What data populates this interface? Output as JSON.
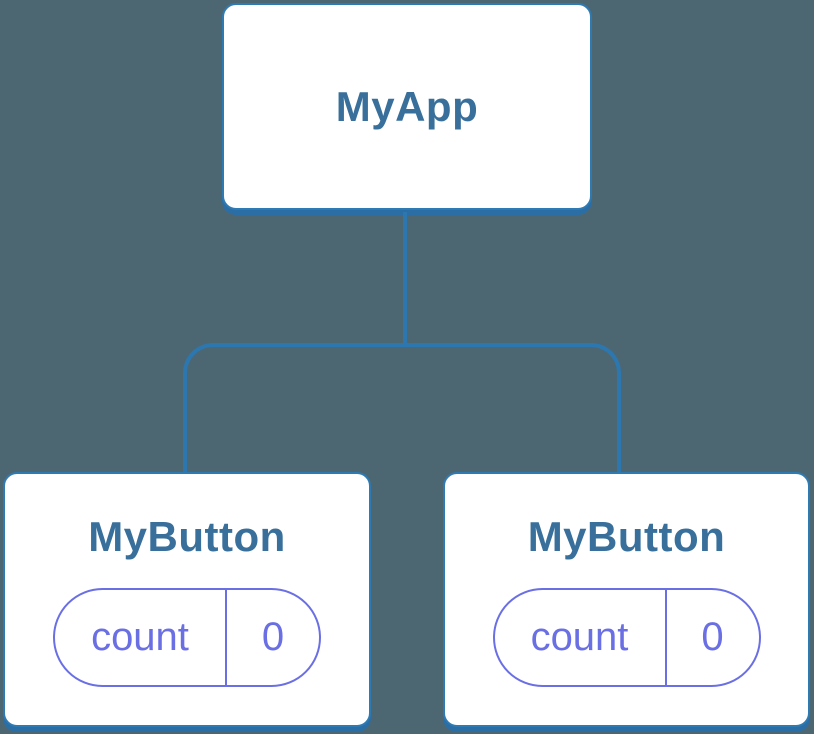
{
  "diagram": {
    "background_color": "#4d6772",
    "node_border_color": "#2e7ab2",
    "node_shadow_color": "#2b6ea6",
    "connector_color": "#2c77af",
    "title_color": "#38709b",
    "state_color": "#6a6fe4",
    "root": {
      "label": "MyApp"
    },
    "children": [
      {
        "label": "MyButton",
        "state_key": "count",
        "state_value": "0"
      },
      {
        "label": "MyButton",
        "state_key": "count",
        "state_value": "0"
      }
    ]
  }
}
